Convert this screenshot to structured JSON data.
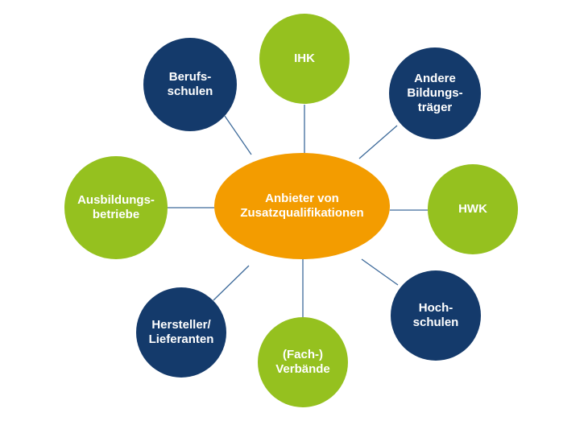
{
  "colors": {
    "center": "#f39c00",
    "green": "#95c11f",
    "navy": "#143a6b",
    "connector": "#3d6a9a",
    "text": "#ffffff"
  },
  "center": {
    "lines": [
      "Anbieter von",
      "Zusatzqualifikationen"
    ],
    "color": "center"
  },
  "nodes": [
    {
      "id": "ihk",
      "lines": [
        "IHK"
      ],
      "color": "green"
    },
    {
      "id": "andere-bildungstraeger",
      "lines": [
        "Andere",
        "Bildungs-",
        "träger"
      ],
      "color": "navy"
    },
    {
      "id": "hwk",
      "lines": [
        "HWK"
      ],
      "color": "green"
    },
    {
      "id": "hochschulen",
      "lines": [
        "Hoch-",
        "schulen"
      ],
      "color": "navy"
    },
    {
      "id": "fach-verbaende",
      "lines": [
        "(Fach-)",
        "Verbände"
      ],
      "color": "green"
    },
    {
      "id": "hersteller-lieferanten",
      "lines": [
        "Hersteller/",
        "Lieferanten"
      ],
      "color": "navy"
    },
    {
      "id": "ausbildungsbetriebe",
      "lines": [
        "Ausbildungs-",
        "betriebe"
      ],
      "color": "green"
    },
    {
      "id": "berufsschulen",
      "lines": [
        "Berufs-",
        "schulen"
      ],
      "color": "navy"
    }
  ]
}
